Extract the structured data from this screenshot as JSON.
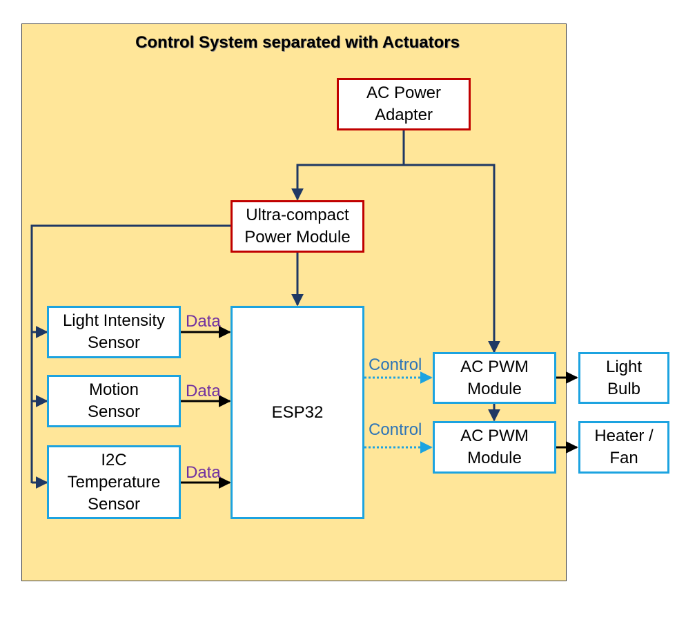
{
  "title": "Control System separated with Actuators",
  "blocks": {
    "ac_power_adapter": "AC Power\nAdapter",
    "power_module": "Ultra-compact\nPower Module",
    "esp32": "ESP32",
    "light_sensor": "Light Intensity\nSensor",
    "motion_sensor": "Motion\nSensor",
    "temp_sensor": "I2C\nTemperature\nSensor",
    "ac_pwm_1": "AC PWM\nModule",
    "ac_pwm_2": "AC PWM\nModule",
    "light_bulb": "Light\nBulb",
    "heater_fan": "Heater /\nFan"
  },
  "edge_labels": {
    "data_light": "Data",
    "data_motion": "Data",
    "data_temp": "Data",
    "control_1": "Control",
    "control_2": "Control"
  },
  "colors": {
    "panel_fill": "#ffe699",
    "power_border": "#c00000",
    "module_border": "#1ca3e0",
    "power_line": "#1f3864",
    "data_line": "#000000",
    "control_line": "#1ca3e0",
    "data_label": "#7030a0",
    "control_label": "#2e75b6"
  }
}
